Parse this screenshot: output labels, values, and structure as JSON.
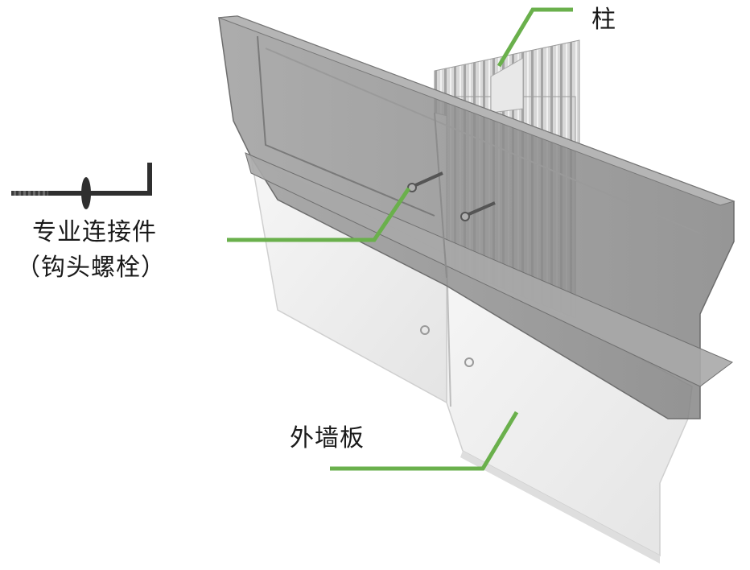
{
  "labels": {
    "column": "柱",
    "connector": "专业连接件",
    "connector_sub": "（钩头螺栓）",
    "wall_panel": "外墙板"
  },
  "colors": {
    "leader_line": "#6ab04c",
    "upper_panel": "#8f8f8f",
    "lower_panel": "#ececec",
    "column_steel": "#c9c9c9"
  }
}
